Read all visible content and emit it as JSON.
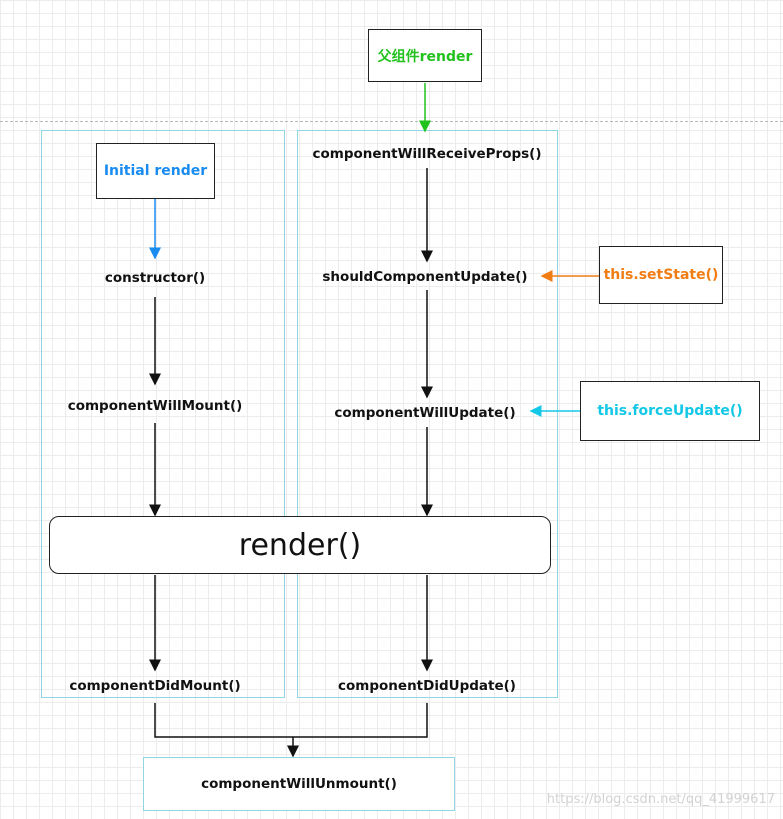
{
  "parent_render": {
    "label": "父组件render",
    "color": "#22c21e"
  },
  "initial_render": {
    "label": "Initial render",
    "color": "#1a8cf0"
  },
  "mount": {
    "constructor": "constructor()",
    "will_mount": "componentWillMount()",
    "did_mount": "componentDidMount()"
  },
  "update": {
    "will_receive_props": "componentWillReceiveProps()",
    "should_update": "shouldComponentUpdate()",
    "will_update": "componentWillUpdate()",
    "did_update": "componentDidUpdate()"
  },
  "render": {
    "label": "render()"
  },
  "set_state": {
    "label": "this.setState()",
    "color": "#f07d14"
  },
  "force_update": {
    "label": "this.forceUpdate()",
    "color": "#12c8e6"
  },
  "unmount": {
    "label": "componentWillUnmount()"
  },
  "watermark": "https://blog.csdn.net/qq_41999617",
  "colors": {
    "panel_border": "#8fd6e6",
    "arrow": "#111111"
  }
}
